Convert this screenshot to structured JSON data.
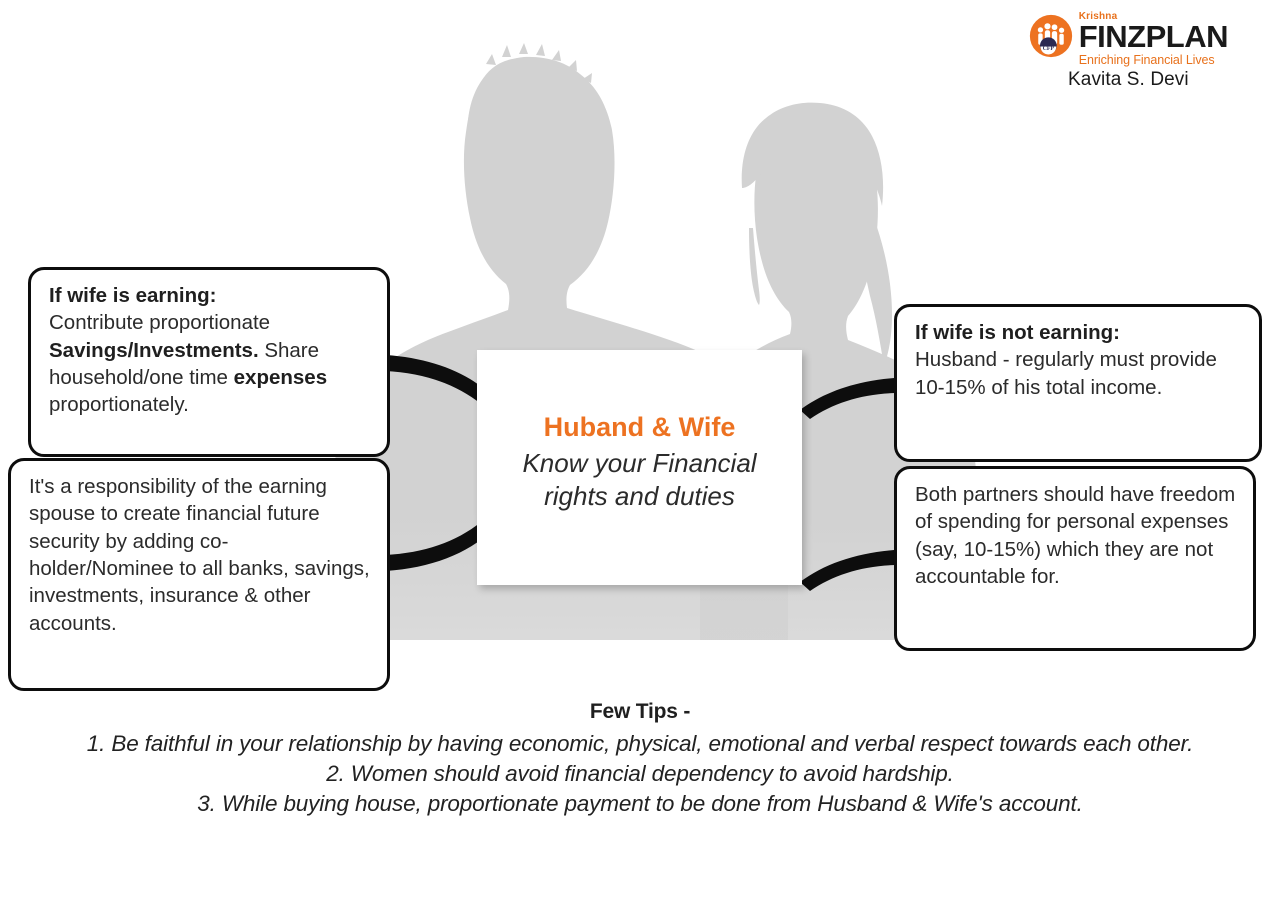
{
  "brand": {
    "logo_icon": "finzplan-family-circle-logo",
    "badge_icon": "cfp-badge-icon",
    "krishna": "Krishna",
    "name": "FINZPLAN",
    "tagline": "Enriching Financial Lives",
    "advisor": "Kavita S. Devi",
    "accent_color": "#E8711C",
    "text_color": "#1a1a1a"
  },
  "background": {
    "silhouette_icon": "couple-silhouette",
    "color": "#d2d2d2",
    "figures": [
      "husband-silhouette",
      "wife-silhouette"
    ]
  },
  "center": {
    "title": "Huband & Wife",
    "title_color": "#ED7221",
    "subtitle_line1": "Know your Financial",
    "subtitle_line2": "rights and duties"
  },
  "callouts": [
    {
      "id": "wife-earning",
      "heading": "If wife is earning:",
      "segments": [
        {
          "text": "Contribute proportionate ",
          "bold": false
        },
        {
          "text": "Savings/Investments.",
          "bold": true
        },
        {
          "text": " Share household/one time ",
          "bold": false
        },
        {
          "text": "expenses",
          "bold": true
        },
        {
          "text": " proportionately.",
          "bold": false
        }
      ]
    },
    {
      "id": "responsibility",
      "heading": "",
      "segments": [
        {
          "text": "It's a responsibility of the earning spouse to create financial future security by adding co-holder/Nominee to all banks, savings, investments, insurance & other accounts.",
          "bold": false
        }
      ]
    },
    {
      "id": "wife-not-earning",
      "heading": "If wife is not earning:",
      "segments": [
        {
          "text": "Husband - regularly must provide 10-15% of his total income.",
          "bold": false
        }
      ]
    },
    {
      "id": "both-partners",
      "heading": "",
      "segments": [
        {
          "text": "Both partners should have freedom of spending for personal expenses (say, 10-15%) which they are not accountable for.",
          "bold": false
        }
      ]
    }
  ],
  "tips": {
    "heading": "Few Tips -",
    "items": [
      "1. Be faithful in your relationship by having economic, physical, emotional and verbal respect towards each other.",
      "2. Women should avoid financial dependency to avoid hardship.",
      "3. While buying house, proportionate payment to be done from Husband & Wife's account."
    ]
  }
}
